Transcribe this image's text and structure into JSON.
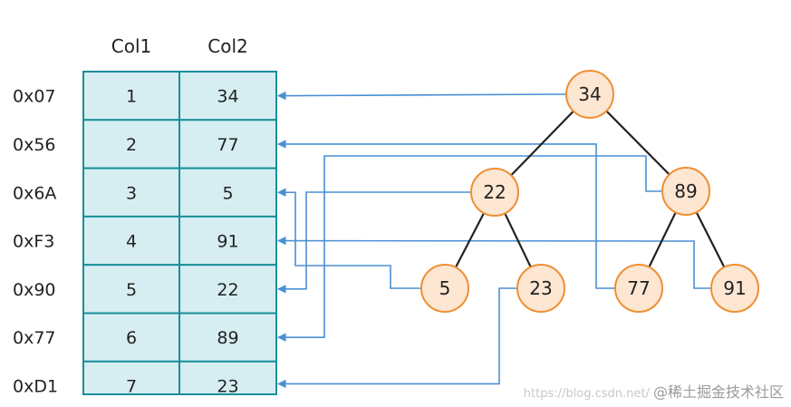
{
  "table": {
    "headers": [
      "Col1",
      "Col2"
    ],
    "rows": [
      {
        "addr": "0x07",
        "col1": "1",
        "col2": "34"
      },
      {
        "addr": "0x56",
        "col1": "2",
        "col2": "77"
      },
      {
        "addr": "0x6A",
        "col1": "3",
        "col2": "5"
      },
      {
        "addr": "0xF3",
        "col1": "4",
        "col2": "91"
      },
      {
        "addr": "0x90",
        "col1": "5",
        "col2": "22"
      },
      {
        "addr": "0x77",
        "col1": "6",
        "col2": "89"
      },
      {
        "addr": "0xD1",
        "col1": "7",
        "col2": "23"
      }
    ]
  },
  "tree": {
    "nodes": [
      {
        "id": "n34",
        "label": "34",
        "row": 0
      },
      {
        "id": "n22",
        "label": "22",
        "row": 4
      },
      {
        "id": "n89",
        "label": "89",
        "row": 5
      },
      {
        "id": "n5",
        "label": "5",
        "row": 2
      },
      {
        "id": "n23",
        "label": "23",
        "row": 6
      },
      {
        "id": "n77",
        "label": "77",
        "row": 1
      },
      {
        "id": "n91",
        "label": "91",
        "row": 3
      }
    ],
    "edges": [
      [
        "n34",
        "n22"
      ],
      [
        "n34",
        "n89"
      ],
      [
        "n22",
        "n5"
      ],
      [
        "n22",
        "n23"
      ],
      [
        "n89",
        "n77"
      ],
      [
        "n89",
        "n91"
      ]
    ]
  },
  "colors": {
    "cell_fill": "#d6eef2",
    "cell_border": "#1a8f9a",
    "node_fill": "#fde6d2",
    "node_border": "#ef8f33",
    "pointer_line": "#4a8fd4",
    "edge_line": "#222222"
  },
  "watermark": {
    "url": "https://blog.csdn.net/",
    "brand": "@稀土掘金技术社区"
  }
}
